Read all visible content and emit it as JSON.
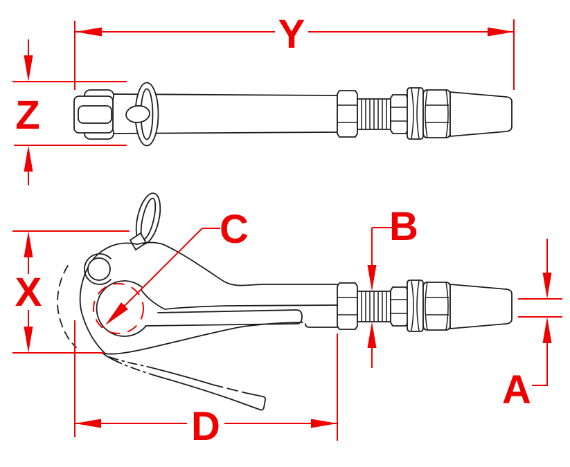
{
  "drawing": {
    "kind": "technical-dimension-drawing",
    "views": [
      {
        "id": "top-view",
        "part": "pelican-hook-closed-with-swage-stud"
      },
      {
        "id": "bottom-view",
        "part": "pelican-hook-open-with-swage-stud"
      }
    ],
    "dimension_labels": {
      "Y": "Y",
      "Z": "Z",
      "X": "X",
      "C": "C",
      "B": "B",
      "D": "D",
      "A": "A"
    },
    "parts": {
      "top_view": [
        "latch-nose",
        "release-ring",
        "hook-body",
        "hex-nut",
        "threaded-stud",
        "jam-nut",
        "coupling-nut",
        "swage-terminal-cone"
      ],
      "bottom_view": [
        "release-ring",
        "ring-tab",
        "pivot-pin",
        "hook-bowl",
        "open-jaw-phantom",
        "tongue",
        "hex-nut",
        "threaded-stud",
        "jam-nut",
        "coupling-nut",
        "swage-terminal-cone"
      ]
    }
  },
  "colors": {
    "dimension_red": "#ee0000",
    "line_black": "#1c1c1c",
    "background": "#ffffff"
  }
}
